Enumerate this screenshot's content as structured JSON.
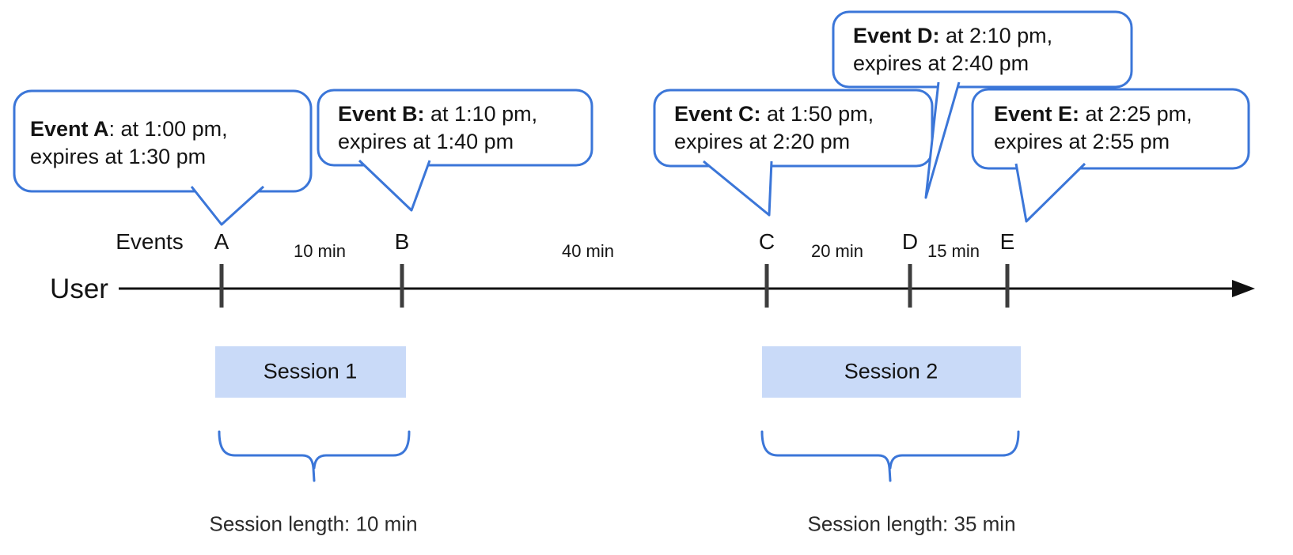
{
  "diagram": {
    "axis": {
      "user_label": "User",
      "events_label": "Events"
    },
    "events": [
      {
        "letter": "A"
      },
      {
        "letter": "B"
      },
      {
        "letter": "C"
      },
      {
        "letter": "D"
      },
      {
        "letter": "E"
      }
    ],
    "callouts": [
      {
        "bold": "Event A",
        "rest": ": at 1:00 pm,",
        "line2": "expires at 1:30 pm"
      },
      {
        "bold": "Event B:",
        "rest": " at 1:10 pm,",
        "line2": "expires at 1:40 pm"
      },
      {
        "bold": "Event C:",
        "rest": " at 1:50 pm,",
        "line2": "expires at 2:20 pm"
      },
      {
        "bold": "Event D:",
        "rest": " at 2:10 pm,",
        "line2": "expires at 2:40 pm"
      },
      {
        "bold": "Event E:",
        "rest": " at 2:25 pm,",
        "line2": "expires at 2:55 pm"
      }
    ],
    "intervals": [
      {
        "label": "10 min"
      },
      {
        "label": "40 min"
      },
      {
        "label": "20 min"
      },
      {
        "label": "15 min"
      }
    ],
    "sessions": [
      {
        "label": "Session 1",
        "length": "Session length: 10 min"
      },
      {
        "label": "Session 2",
        "length": "Session length: 35 min"
      }
    ],
    "colors": {
      "callout_stroke": "#3b76d8",
      "session_fill": "#c9daf8",
      "tick": "#3d3d3d",
      "axis": "#111111"
    }
  }
}
